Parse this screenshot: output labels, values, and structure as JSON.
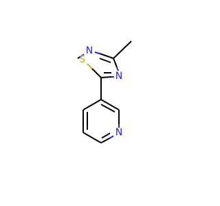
{
  "molecule": {
    "atoms": {
      "n_thiadiazole_top": "N",
      "n_thiadiazole_right": "N",
      "s_thiadiazole": "S",
      "n_pyridine": "N"
    },
    "colors": {
      "carbon_bond": "#000000",
      "nitrogen": "#2222ee",
      "sulfur": "#c9b400"
    }
  }
}
